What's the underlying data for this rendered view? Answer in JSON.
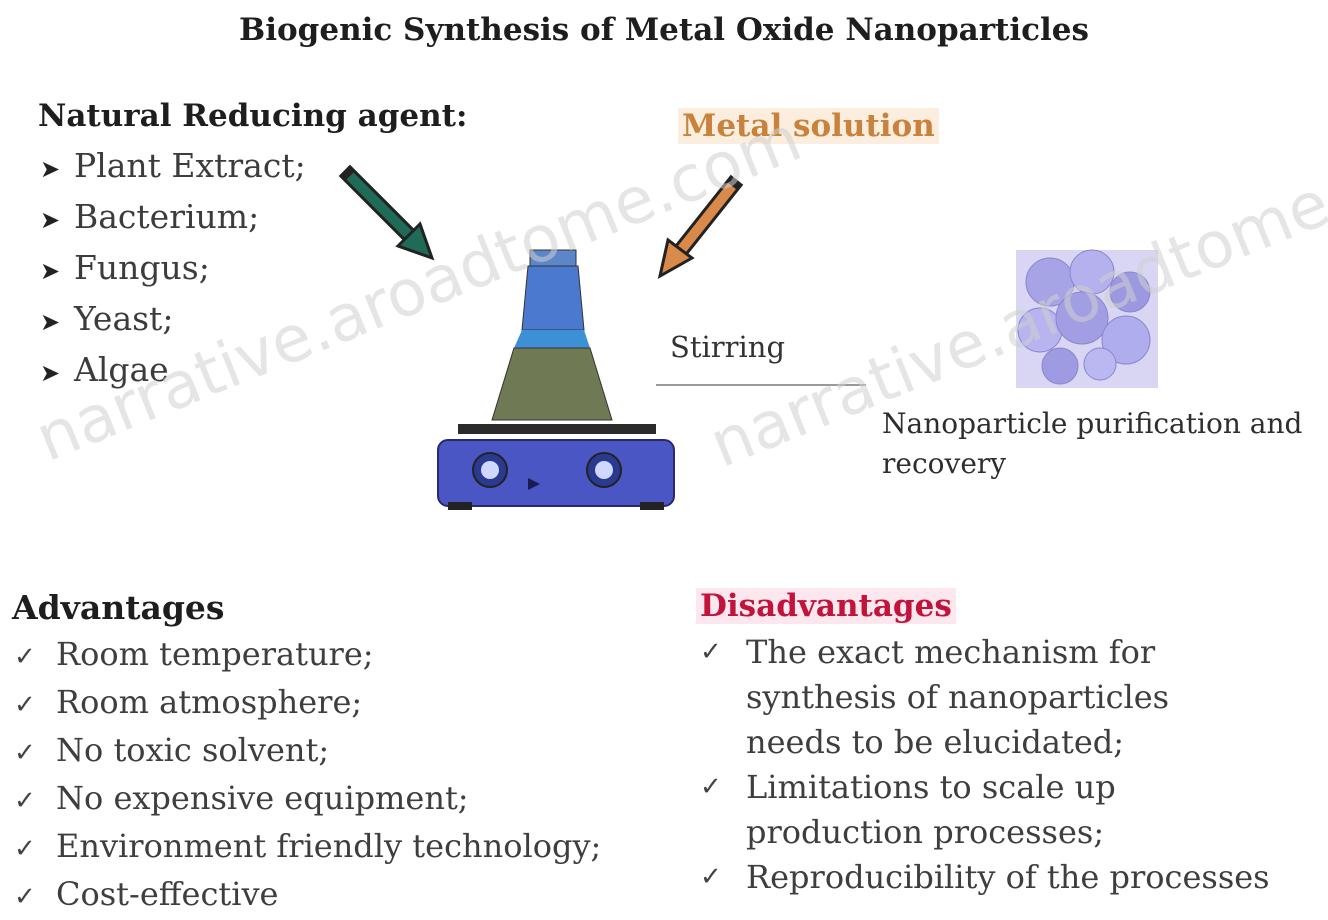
{
  "title": "Biogenic Synthesis of Metal Oxide Nanoparticles",
  "reducing_agent": {
    "heading": "Natural Reducing agent:",
    "items": [
      "Plant Extract;",
      "Bacterium;",
      "Fungus;",
      "Yeast;",
      "Algae"
    ]
  },
  "metal_solution": {
    "label": "Metal solution",
    "color": "#c8823c"
  },
  "stirring": {
    "label": "Stirring"
  },
  "purification": {
    "label": "Nanoparticle purification and recovery"
  },
  "advantages": {
    "heading": "Advantages",
    "items": [
      "Room temperature;",
      "Room atmosphere;",
      "No toxic solvent;",
      "No expensive equipment;",
      "Environment friendly technology;",
      "Cost-effective"
    ]
  },
  "disadvantages": {
    "heading": "Disadvantages",
    "color": "#c0143c",
    "items": [
      "The exact mechanism for\nsynthesis of nanoparticles\nneeds to be elucidated;",
      "Limitations to scale up\nproduction processes;",
      "Reproducibility of the processes"
    ]
  },
  "watermark": {
    "text": "narrative.aroadtome.com"
  },
  "icons": {
    "bullet": "arrowhead-bullet",
    "check": "check-mark",
    "apparatus": "flask-on-hotplate-stirrer",
    "nanoparticles": "nanoparticle-cluster"
  }
}
